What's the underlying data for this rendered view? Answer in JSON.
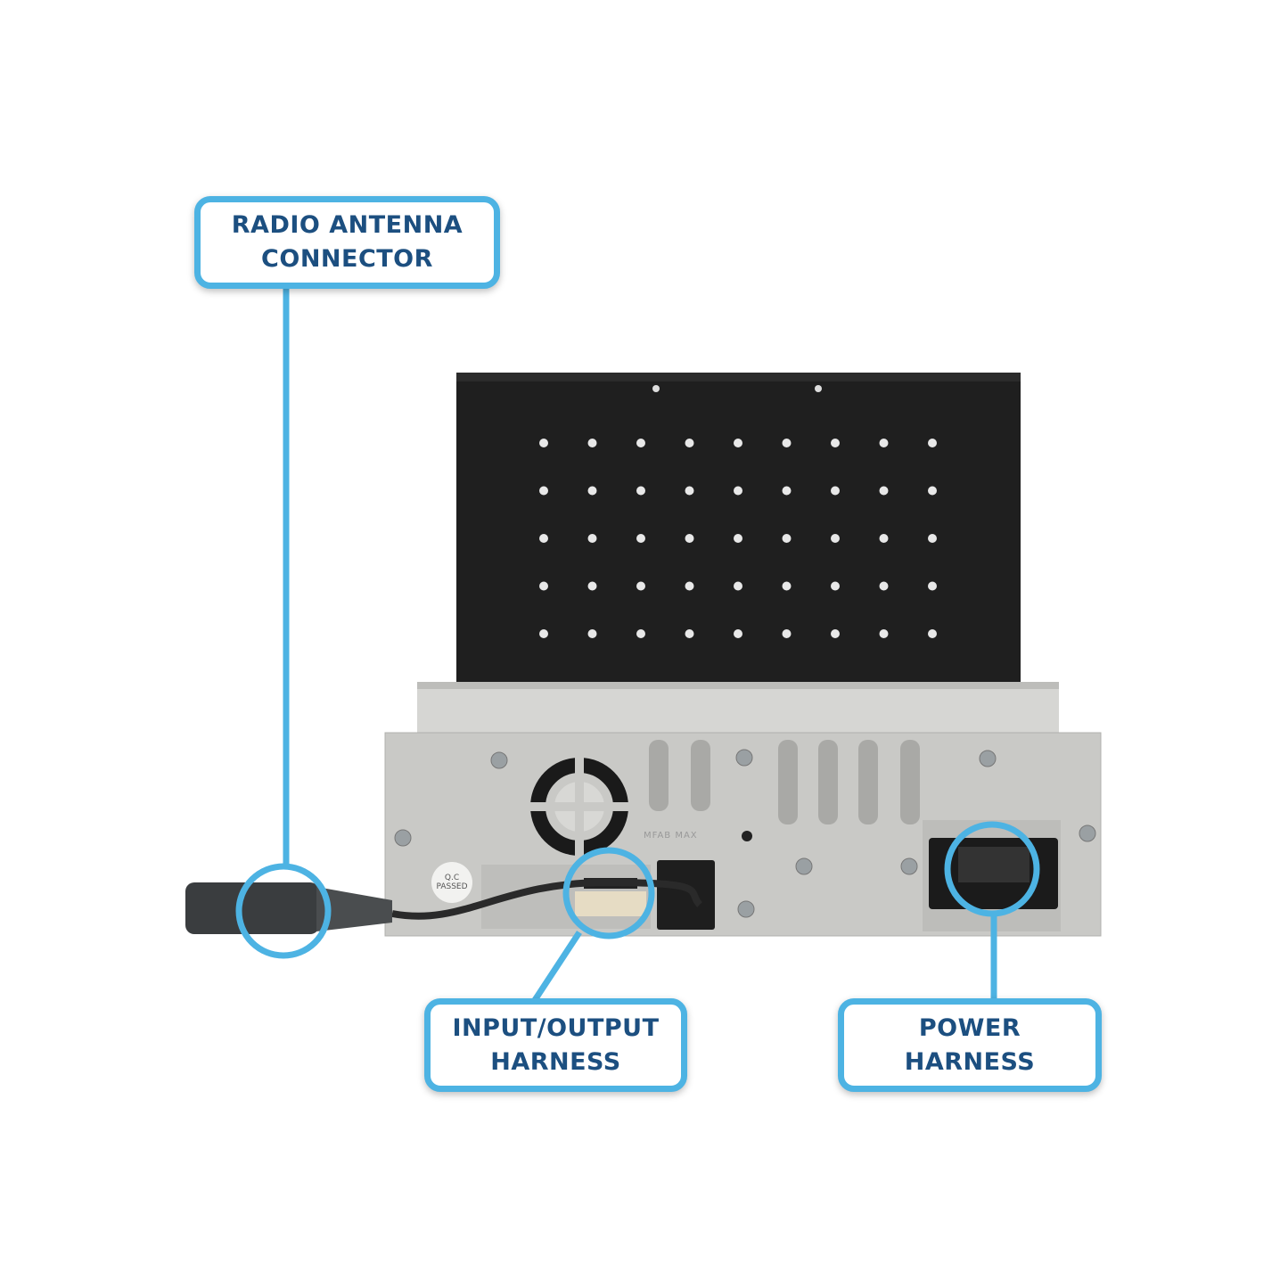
{
  "callouts": {
    "antenna": {
      "line1": "RADIO ANTENNA",
      "line2": "CONNECTOR"
    },
    "io": {
      "line1": "INPUT/OUTPUT",
      "line2": "HARNESS"
    },
    "power": {
      "line1": "POWER",
      "line2": "HARNESS"
    }
  },
  "product": {
    "sticker": "Q.C PASSED",
    "stamp": "MFAB MAX"
  },
  "colors": {
    "accent": "#4db3e3",
    "label_text": "#1c4f80",
    "chassis": "#c8c8c6",
    "panel": "#1e1e1e"
  }
}
